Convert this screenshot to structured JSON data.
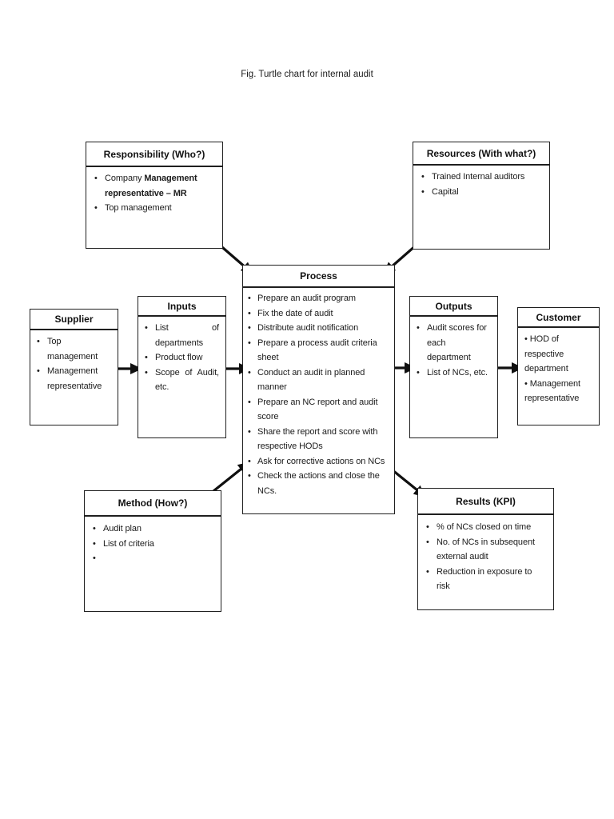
{
  "title": "Fig. Turtle chart for internal audit",
  "colors": {
    "background": "#ffffff",
    "text": "#1b1b1b",
    "border": "#1f1f1f",
    "arrow": "#101010"
  },
  "boxes": {
    "responsibility": {
      "header": "Responsibility (Who?)",
      "items": [
        {
          "segments": [
            {
              "text": "Company ",
              "bold": false
            },
            {
              "text": "Management representative – MR",
              "bold": true
            }
          ]
        },
        {
          "segments": [
            {
              "text": "Top management",
              "bold": false
            }
          ]
        }
      ]
    },
    "resources": {
      "header": "Resources (With what?)",
      "items": [
        {
          "segments": [
            {
              "text": "Trained Internal auditors",
              "bold": false
            }
          ]
        },
        {
          "segments": [
            {
              "text": "Capital",
              "bold": false
            }
          ]
        }
      ]
    },
    "process": {
      "header": "Process",
      "items": [
        {
          "segments": [
            {
              "text": "Prepare an audit program",
              "bold": false
            }
          ]
        },
        {
          "segments": [
            {
              "text": "Fix the date of audit",
              "bold": false
            }
          ]
        },
        {
          "segments": [
            {
              "text": "Distribute audit notification",
              "bold": false
            }
          ]
        },
        {
          "segments": [
            {
              "text": "Prepare a process audit criteria sheet",
              "bold": false
            }
          ]
        },
        {
          "segments": [
            {
              "text": "Conduct an audit in planned manner",
              "bold": false
            }
          ]
        },
        {
          "segments": [
            {
              "text": "Prepare an NC report and audit score",
              "bold": false
            }
          ]
        },
        {
          "segments": [
            {
              "text": "Share the report and score with respective HODs",
              "bold": false
            }
          ]
        },
        {
          "segments": [
            {
              "text": "Ask for corrective actions on NCs",
              "bold": false
            }
          ]
        },
        {
          "segments": [
            {
              "text": "Check the actions and close the NCs.",
              "bold": false
            }
          ]
        }
      ]
    },
    "supplier": {
      "header": "Supplier",
      "items": [
        {
          "segments": [
            {
              "text": "Top management",
              "bold": false
            }
          ]
        },
        {
          "segments": [
            {
              "text": "Management representative",
              "bold": false
            }
          ]
        }
      ]
    },
    "inputs": {
      "header": "Inputs",
      "items": [
        {
          "justify": true,
          "segments": [
            {
              "text": "List of departments",
              "bold": false
            }
          ]
        },
        {
          "segments": [
            {
              "text": "Product flow",
              "bold": false
            }
          ]
        },
        {
          "justify": true,
          "segments": [
            {
              "text": "Scope of Audit, etc.",
              "bold": false
            }
          ]
        }
      ]
    },
    "outputs": {
      "header": "Outputs",
      "items": [
        {
          "segments": [
            {
              "text": "Audit scores for each department",
              "bold": false
            }
          ]
        },
        {
          "segments": [
            {
              "text": "List of NCs, etc.",
              "bold": false
            }
          ]
        }
      ]
    },
    "customer": {
      "header": "Customer",
      "items": [
        {
          "segments": [
            {
              "text": "HOD of respective department",
              "bold": false
            }
          ]
        },
        {
          "segments": [
            {
              "text": "Management representative",
              "bold": false
            }
          ]
        }
      ]
    },
    "method": {
      "header": "Method (How?)",
      "items": [
        {
          "segments": [
            {
              "text": "Audit plan",
              "bold": false
            }
          ]
        },
        {
          "segments": [
            {
              "text": "List of criteria",
              "bold": false
            }
          ]
        },
        {
          "segments": []
        }
      ]
    },
    "results": {
      "header": "Results (KPI)",
      "items": [
        {
          "segments": [
            {
              "text": "% of NCs closed on time",
              "bold": false
            }
          ]
        },
        {
          "segments": [
            {
              "text": "No. of NCs in subsequent external audit",
              "bold": false
            }
          ]
        },
        {
          "segments": [
            {
              "text": "Reduction in exposure to risk",
              "bold": false
            }
          ]
        }
      ]
    }
  }
}
